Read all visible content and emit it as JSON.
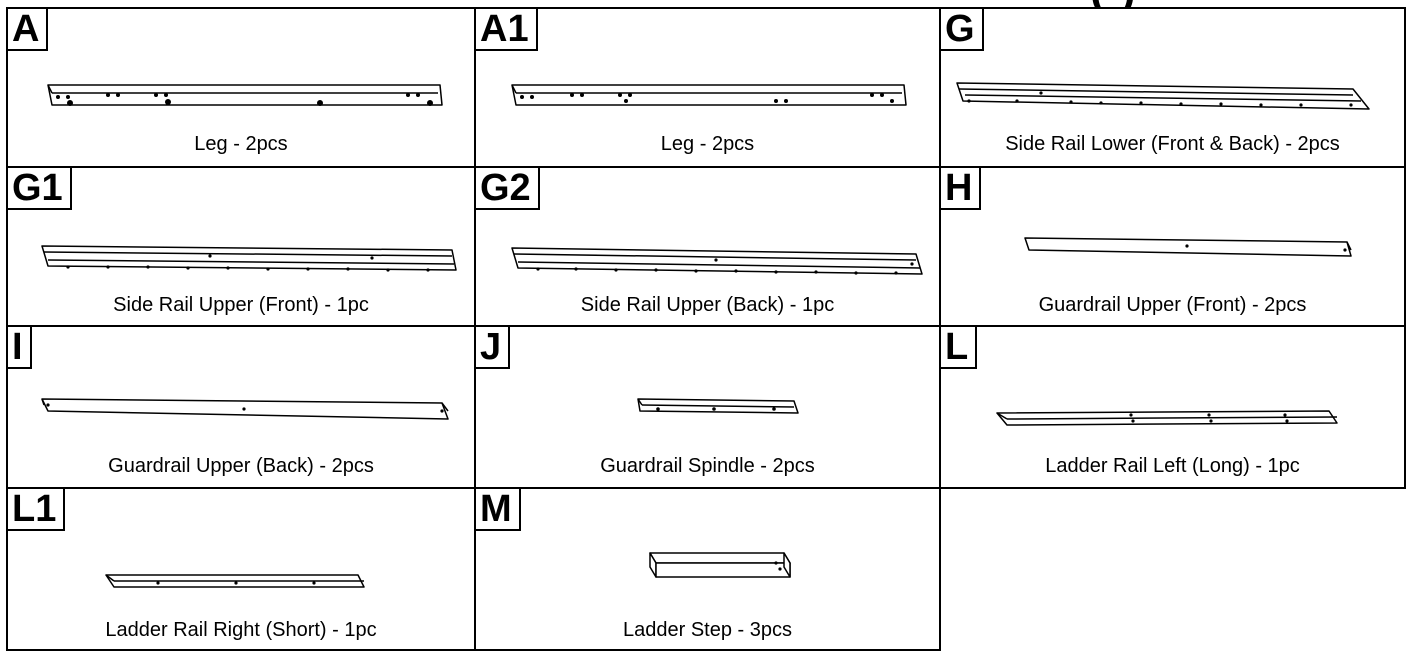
{
  "header": {
    "title_fragment": "(    )"
  },
  "parts": [
    {
      "id": "A",
      "caption": "Leg  - 2pcs"
    },
    {
      "id": "A1",
      "caption": "Leg  - 2pcs"
    },
    {
      "id": "G",
      "caption": "Side Rail Lower (Front & Back) - 2pcs"
    },
    {
      "id": "G1",
      "caption": "Side Rail Upper (Front) - 1pc"
    },
    {
      "id": "G2",
      "caption": "Side Rail Upper (Back) - 1pc"
    },
    {
      "id": "H",
      "caption": "Guardrail Upper (Front) - 2pcs"
    },
    {
      "id": "I",
      "caption": "Guardrail Upper (Back) - 2pcs"
    },
    {
      "id": "J",
      "caption": "Guardrail Spindle - 2pcs"
    },
    {
      "id": "L",
      "caption": "Ladder Rail Left (Long) - 1pc"
    },
    {
      "id": "L1",
      "caption": "Ladder Rail Right (Short) - 1pc"
    },
    {
      "id": "M",
      "caption": "Ladder Step - 3pcs"
    }
  ]
}
